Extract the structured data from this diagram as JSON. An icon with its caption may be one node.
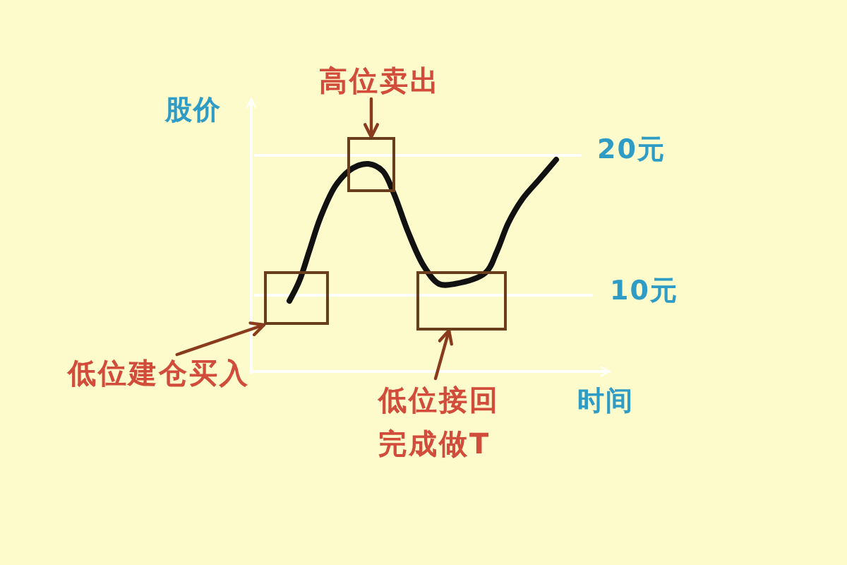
{
  "diagram": {
    "nodes": [
      {
        "text": [
          "高位卖出"
        ]
      },
      {
        "text": [],
        "shape": "box"
      },
      {
        "text": [],
        "shape": "box"
      },
      {
        "text": [],
        "shape": "box"
      },
      {
        "text": [
          "低位建仓买入"
        ]
      },
      {
        "text": [
          "低位接回完成做T"
        ]
      }
    ],
    "edges": [
      {
        "from": 0,
        "to": 1,
        "arrow": "to"
      },
      {
        "from": 4,
        "to": 2,
        "arrow": "to"
      },
      {
        "from": 5,
        "to": 3,
        "arrow": "to"
      }
    ],
    "labels": [
      "股价",
      "20元",
      "10元",
      "时间"
    ]
  }
}
